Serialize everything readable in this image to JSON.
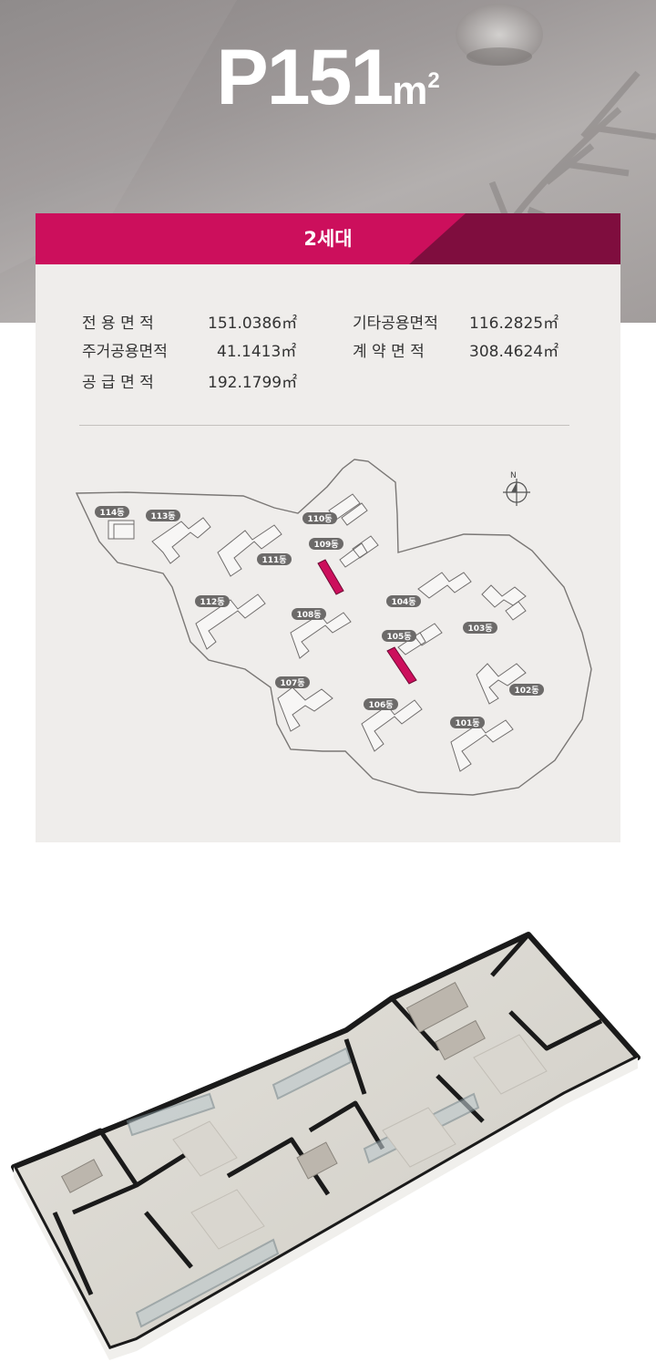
{
  "header": {
    "type_number": "P151",
    "unit": "m",
    "unit_sup": "2",
    "hero_colors": {
      "accent": "#ffffff"
    }
  },
  "card": {
    "households": "2세대",
    "accent_color": "#cc0f5c",
    "accent_dark": "#7f0d3e",
    "areas": {
      "exclusive": {
        "label": "전 용 면 적",
        "value": "151.0386㎡"
      },
      "residential_common": {
        "label": "주거공용면적",
        "value": "41.1413㎡"
      },
      "supply": {
        "label": "공 급 면 적",
        "value": "192.1799㎡"
      },
      "other_common": {
        "label": "기타공용면적",
        "value": "116.2825㎡"
      },
      "contract": {
        "label": "계 약 면 적",
        "value": "308.4624㎡"
      }
    }
  },
  "siteplan": {
    "north": "N",
    "buildings": [
      {
        "label": "114동",
        "highlight": false
      },
      {
        "label": "113동",
        "highlight": false
      },
      {
        "label": "110동",
        "highlight": false
      },
      {
        "label": "109동",
        "highlight": true
      },
      {
        "label": "111동",
        "highlight": false
      },
      {
        "label": "112동",
        "highlight": false
      },
      {
        "label": "108동",
        "highlight": false
      },
      {
        "label": "104동",
        "highlight": false
      },
      {
        "label": "103동",
        "highlight": false
      },
      {
        "label": "105동",
        "highlight": true
      },
      {
        "label": "107동",
        "highlight": false
      },
      {
        "label": "106동",
        "highlight": false
      },
      {
        "label": "102동",
        "highlight": false
      },
      {
        "label": "101동",
        "highlight": false
      }
    ]
  }
}
